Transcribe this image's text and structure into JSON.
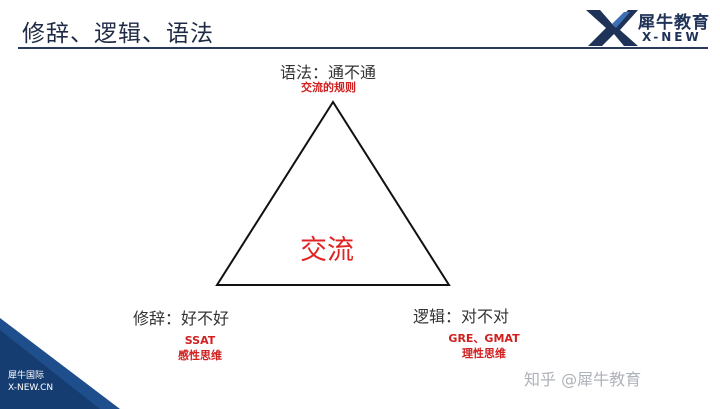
{
  "header": {
    "title": "修辞、逻辑、语法",
    "logo_cn": "犀牛教育",
    "logo_en": "X-NEW"
  },
  "diagram": {
    "center": "交流",
    "top": {
      "label": "语法：通不通",
      "sub": "交流的规则"
    },
    "left": {
      "label": "修辞：好不好",
      "sub_line1": "SSAT",
      "sub_line2": "感性思维"
    },
    "right": {
      "label": "逻辑：对不对",
      "sub_line1": "GRE、GMAT",
      "sub_line2": "理性思维"
    }
  },
  "footer": {
    "badge_cn": "犀牛国际",
    "badge_en": "X-NEW.CN",
    "watermark": "知乎 @犀牛教育"
  },
  "colors": {
    "accent_red": "#d0201f",
    "navy": "#1f3257",
    "badge_blue": "#1f4e8c"
  }
}
